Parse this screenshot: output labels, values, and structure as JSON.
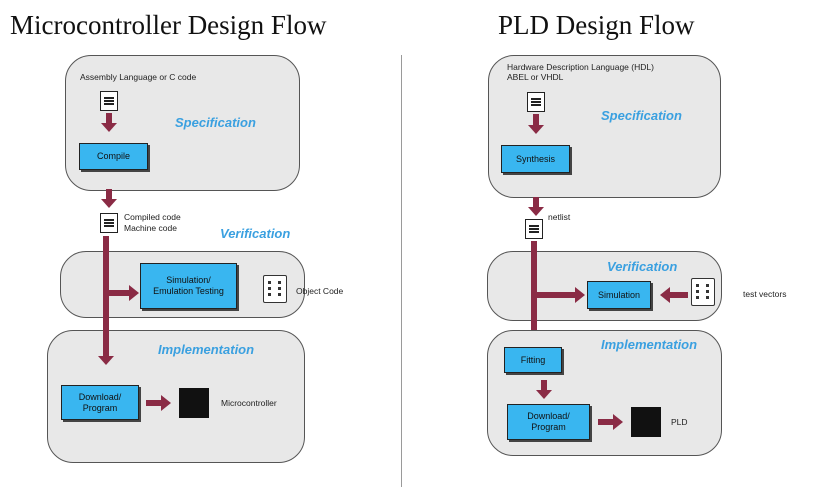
{
  "left": {
    "title": "Microcontroller Design Flow",
    "input_label": "Assembly Language or C code",
    "stage_spec": "Specification",
    "compile": "Compile",
    "compiled_label": [
      "Compiled code",
      "Machine code"
    ],
    "stage_verif": "Verification",
    "simulator": [
      "Simulation/",
      "Emulation Testing"
    ],
    "object_code": "Object Code",
    "stage_impl": "Implementation",
    "download": [
      "Download/",
      "Program"
    ],
    "target": "Microcontroller"
  },
  "right": {
    "title": "PLD Design Flow",
    "input_label": [
      "Hardware Description Language (HDL)",
      "ABEL or VHDL"
    ],
    "stage_spec": "Specification",
    "synthesis": "Synthesis",
    "netlist": "netlist",
    "stage_verif": "Verification",
    "simulation": "Simulation",
    "test_vectors": "test vectors",
    "stage_impl": "Implementation",
    "fitting": "Fitting",
    "download": [
      "Download/",
      "Program"
    ],
    "target": "PLD"
  }
}
